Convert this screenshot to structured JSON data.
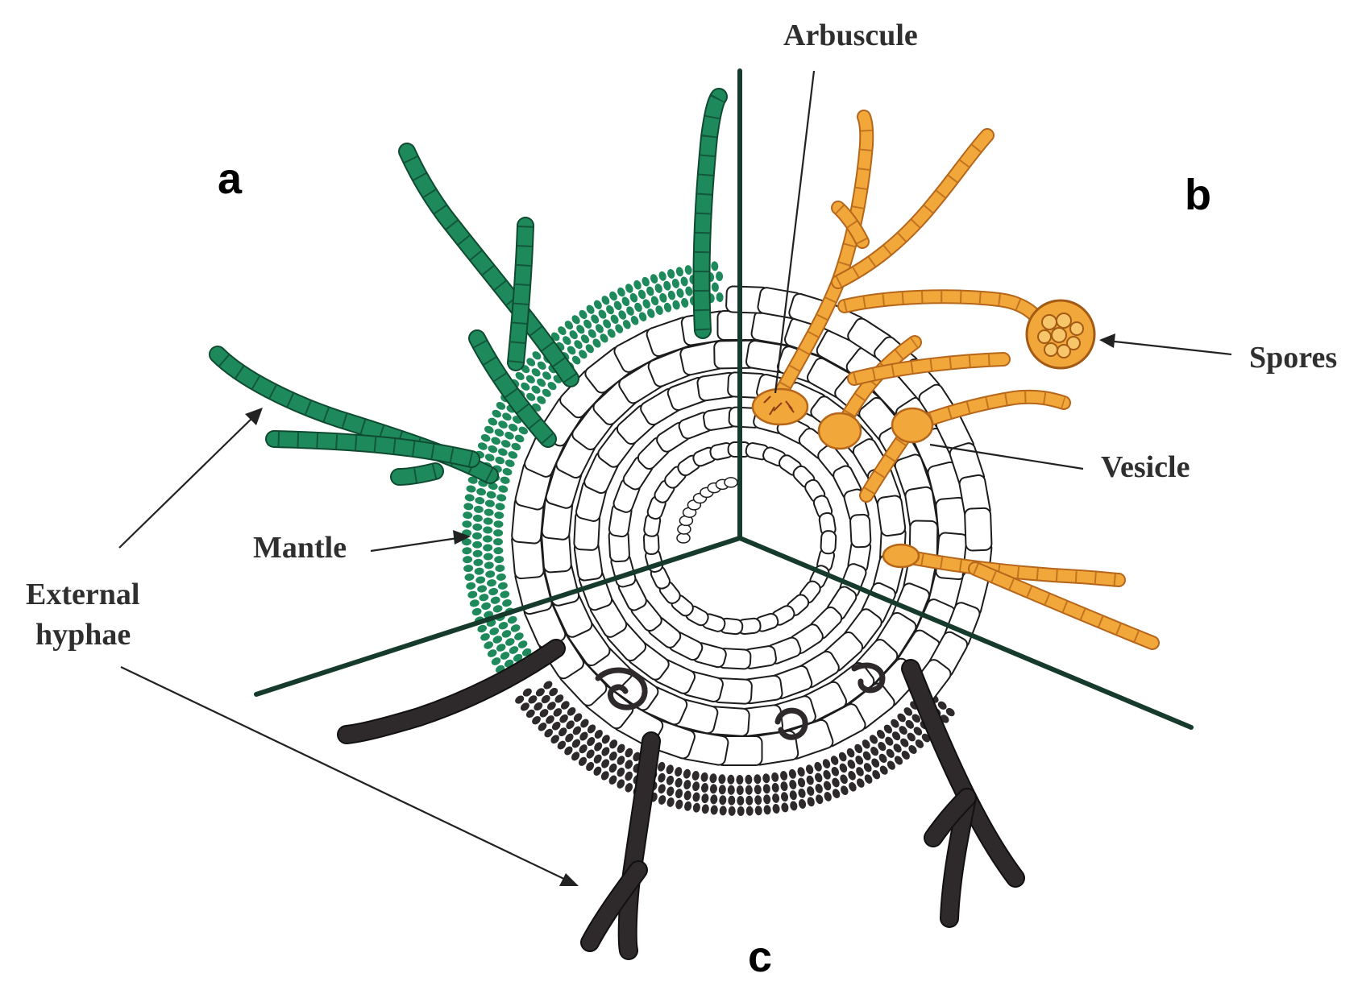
{
  "panels": {
    "a": "a",
    "b": "b",
    "c": "c"
  },
  "labels": {
    "arbuscule": "Arbuscule",
    "spores": "Spores",
    "vesicle": "Vesicle",
    "mantle": "Mantle",
    "external_hyphae_line1": "External",
    "external_hyphae_line2": "hyphae"
  },
  "colors": {
    "ecto_green": "#1e8a5c",
    "arbuscular_orange": "#f2a73b",
    "orange_outline": "#b5661a",
    "ectendo_dark": "#2e2a2c",
    "axis": "#163a2b",
    "cell_outline": "#1c1c1c"
  }
}
